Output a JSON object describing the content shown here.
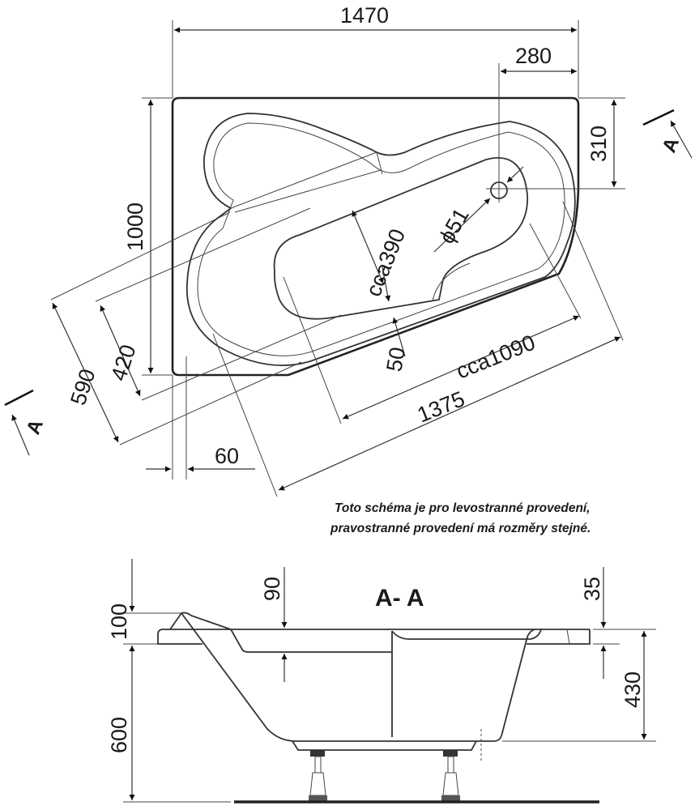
{
  "plan_view": {
    "dims": {
      "width_total": "1470",
      "drain_offset_x": "280",
      "drain_offset_y": "310",
      "depth_total": "1000",
      "basin_width": "cca390",
      "drain_diameter": "ϕ51",
      "inner_length": "cca1090",
      "length_diagonal": "1375",
      "seat_gap": "50",
      "width_590": "590",
      "width_420": "420",
      "rim_60": "60"
    },
    "section_marker_label": "A"
  },
  "note": {
    "line1": "Toto schéma je pro levostranné provedení,",
    "line2": "pravostranné provedení má rozměry stejné."
  },
  "section_view": {
    "title": "A- A",
    "dims": {
      "rim_height": "100",
      "leg_height": "600",
      "step_depth": "90",
      "rim_thickness": "35",
      "basin_depth": "430"
    }
  }
}
